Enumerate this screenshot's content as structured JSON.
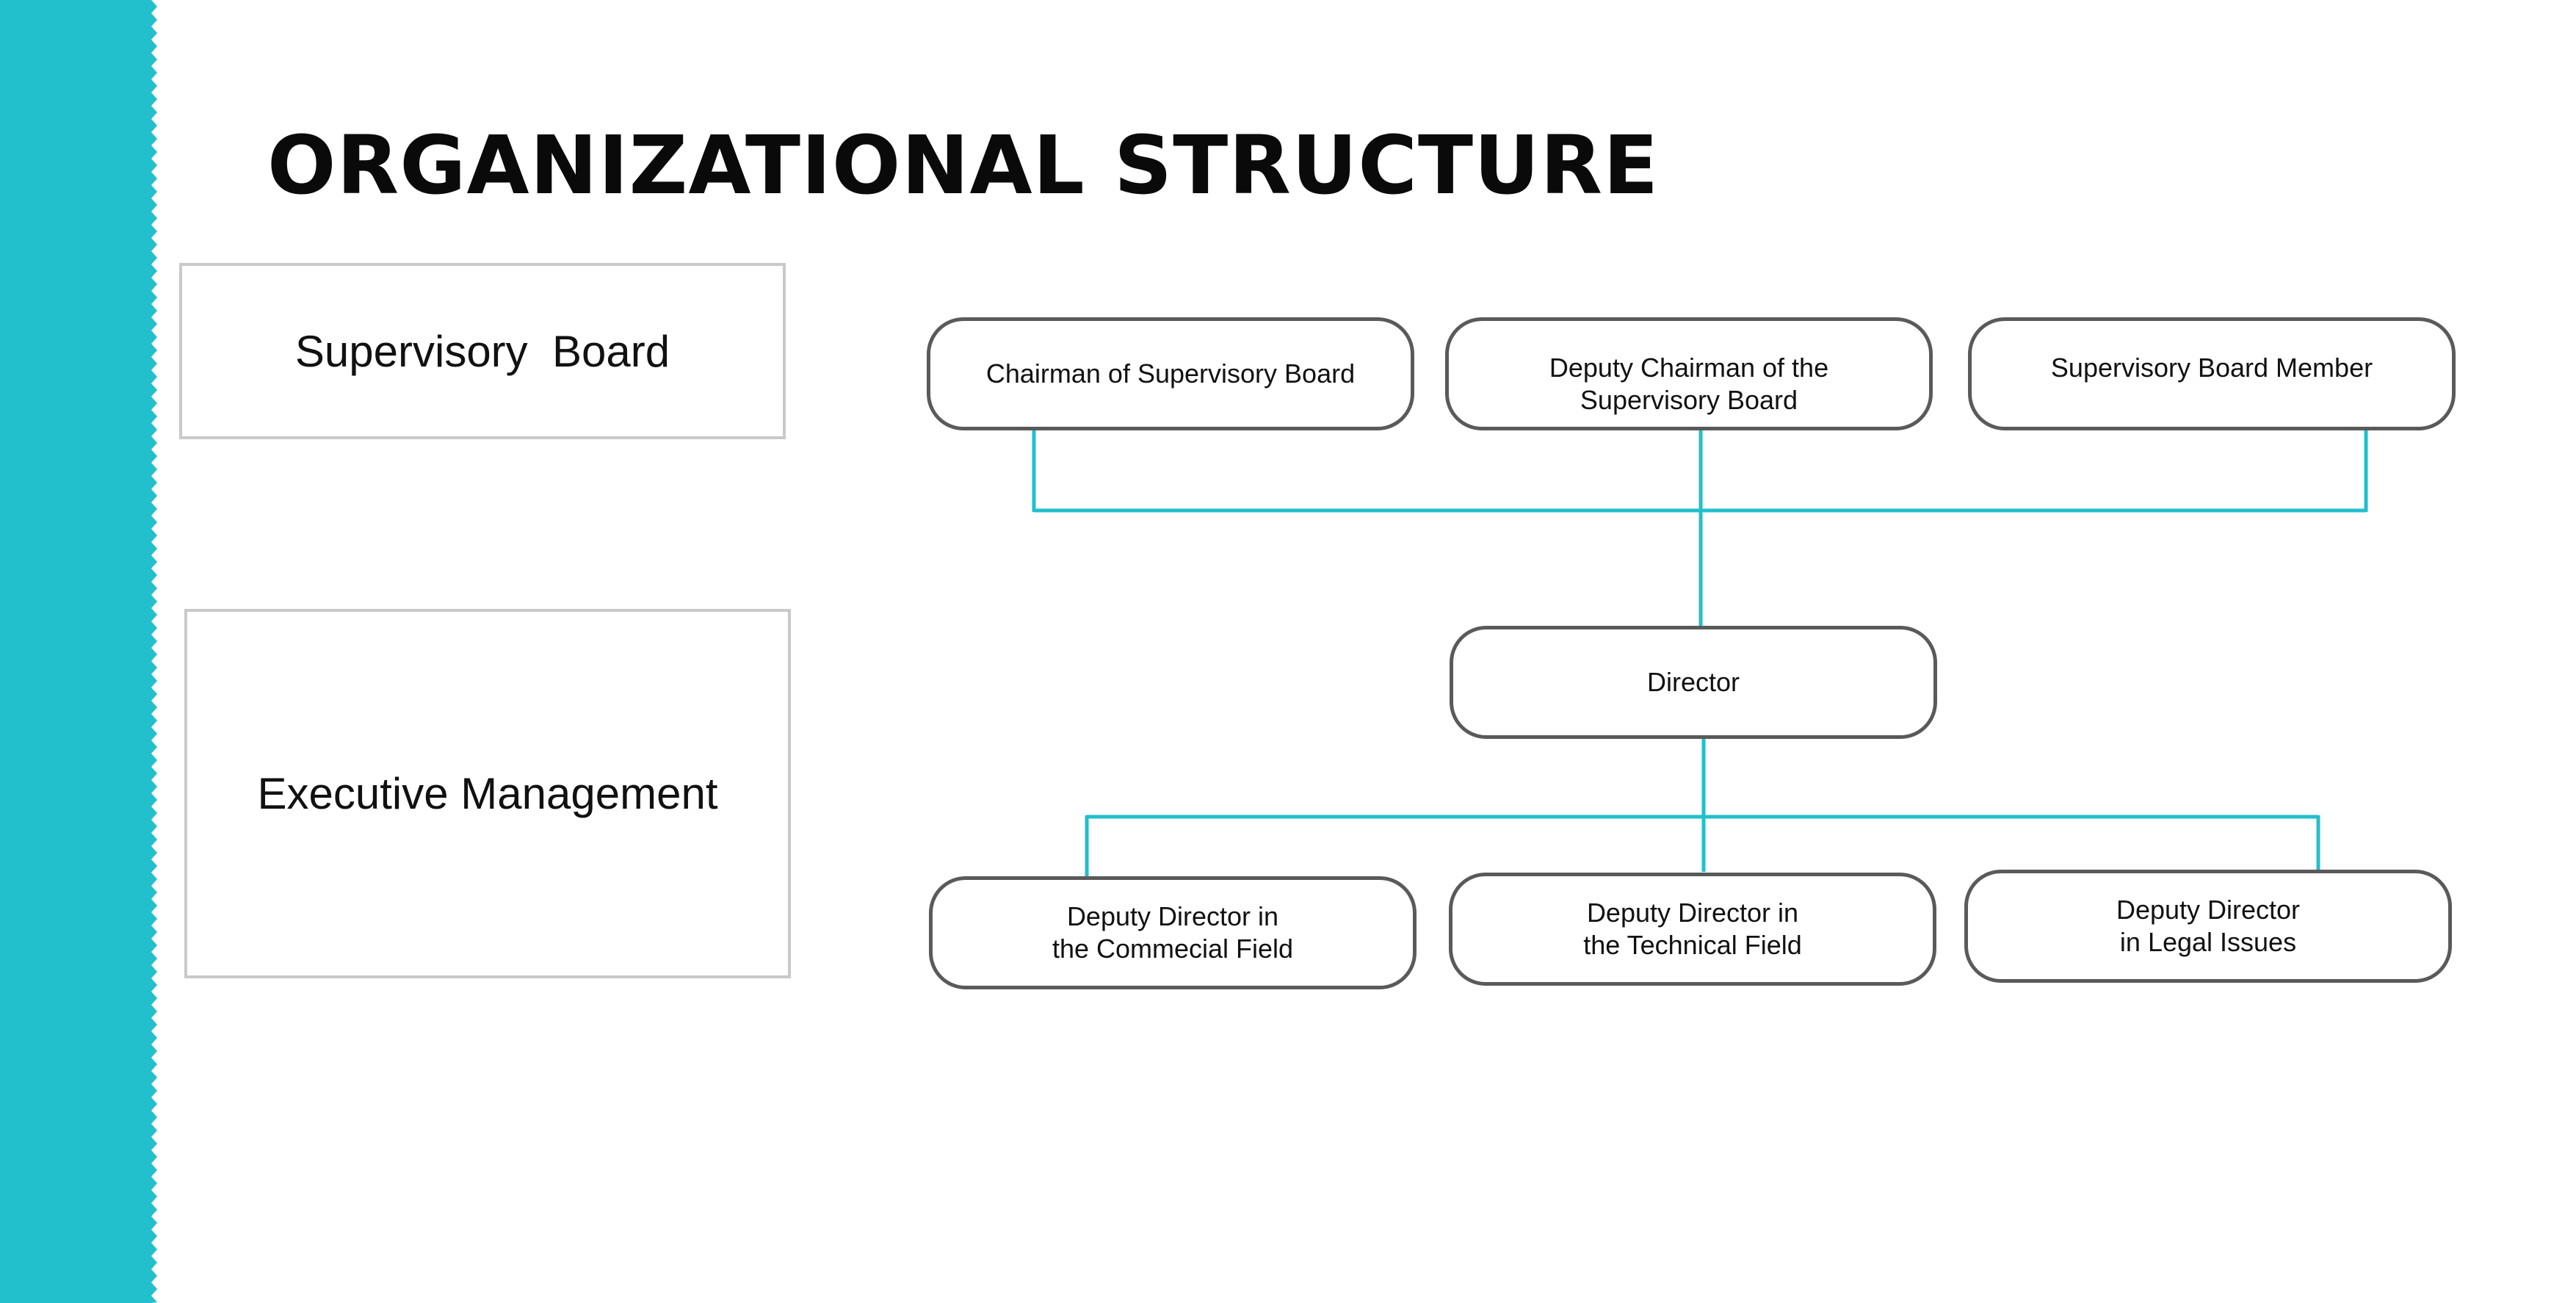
{
  "colors": {
    "accent": "#22bfcc",
    "node_border": "#5a5a5a",
    "section_border": "#c9c9c9",
    "connector": "#22bfcc"
  },
  "title": "ORGANIZATIONAL STRUCTURE",
  "sections": {
    "supervisory_board": "Supervisory  Board",
    "executive_management": "Executive Management"
  },
  "nodes": {
    "chairman": "Chairman of Supervisory Board",
    "deputy_chairman": "Deputy Chairman of the\nSupervisory Board",
    "board_member": "Supervisory Board Member",
    "director": "Director",
    "deputy_commercial": "Deputy Director in\nthe Commecial Field",
    "deputy_technical": "Deputy Director in\nthe Technical Field",
    "deputy_legal": "Deputy Director\nin Legal Issues"
  }
}
